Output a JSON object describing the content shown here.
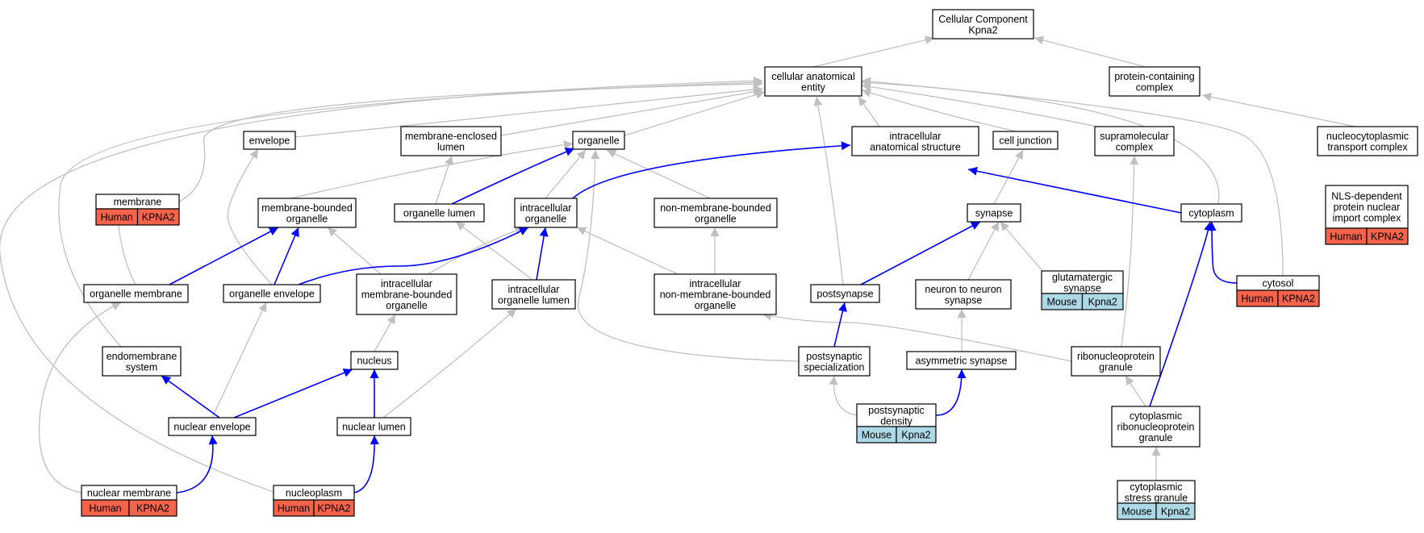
{
  "colors": {
    "human_tag": "#f4634a",
    "mouse_tag": "#add8e6",
    "is_a_edge": "#c0c0c0",
    "part_of_edge": "#0000ff"
  },
  "nodes": {
    "root": [
      "Cellular Component",
      "Kpna2"
    ],
    "cae": [
      "cellular anatomical",
      "entity"
    ],
    "pcc": [
      "protein-containing",
      "complex"
    ],
    "envelope": [
      "envelope"
    ],
    "mel": [
      "membrane-enclosed",
      "lumen"
    ],
    "organelle": [
      "organelle"
    ],
    "ias": [
      "intracellular",
      "anatomical structure"
    ],
    "celljunction": [
      "cell junction"
    ],
    "supramol": [
      "supramolecular",
      "complex"
    ],
    "nuctransport": [
      "nucleocytoplasmic",
      "transport complex"
    ],
    "membrane": [
      "membrane"
    ],
    "mbo": [
      "membrane-bounded",
      "organelle"
    ],
    "orglumen": [
      "organelle lumen"
    ],
    "intraorg": [
      "intracellular",
      "organelle"
    ],
    "nmbo": [
      "non-membrane-bounded",
      "organelle"
    ],
    "synapse": [
      "synapse"
    ],
    "cytoplasm": [
      "cytoplasm"
    ],
    "nlsimport": [
      "NLS-dependent",
      "protein nuclear",
      "import complex"
    ],
    "orgmembrane": [
      "organelle membrane"
    ],
    "orgenvelope": [
      "organelle envelope"
    ],
    "imbo": [
      "intracellular",
      "membrane-bounded",
      "organelle"
    ],
    "iol": [
      "intracellular",
      "organelle lumen"
    ],
    "inmbo": [
      "intracellular",
      "non-membrane-bounded",
      "organelle"
    ],
    "postsynapse": [
      "postsynapse"
    ],
    "n2n": [
      "neuron to neuron",
      "synapse"
    ],
    "glutsyn": [
      "glutamatergic",
      "synapse"
    ],
    "cytosol": [
      "cytosol"
    ],
    "endomembrane": [
      "endomembrane",
      "system"
    ],
    "nucleus": [
      "nucleus"
    ],
    "pss": [
      "postsynaptic",
      "specialization"
    ],
    "asymsyn": [
      "asymmetric synapse"
    ],
    "rnpgranule": [
      "ribonucleoprotein",
      "granule"
    ],
    "nucenv": [
      "nuclear envelope"
    ],
    "nuclumen": [
      "nuclear lumen"
    ],
    "psd": [
      "postsynaptic",
      "density"
    ],
    "crnpg": [
      "cytoplasmic",
      "ribonucleoprotein",
      "granule"
    ],
    "nucmembrane": [
      "nuclear membrane"
    ],
    "nucleoplasm": [
      "nucleoplasm"
    ],
    "csg": [
      "cytoplasmic",
      "stress granule"
    ]
  },
  "annotations": {
    "membrane": [
      "Human",
      "KPNA2"
    ],
    "nlsimport": [
      "Human",
      "KPNA2"
    ],
    "glutsyn": [
      "Mouse",
      "Kpna2"
    ],
    "cytosol": [
      "Human",
      "KPNA2"
    ],
    "psd": [
      "Mouse",
      "Kpna2"
    ],
    "nucmembrane": [
      "Human",
      "KPNA2"
    ],
    "nucleoplasm": [
      "Human",
      "KPNA2"
    ],
    "csg": [
      "Mouse",
      "Kpna2"
    ]
  }
}
